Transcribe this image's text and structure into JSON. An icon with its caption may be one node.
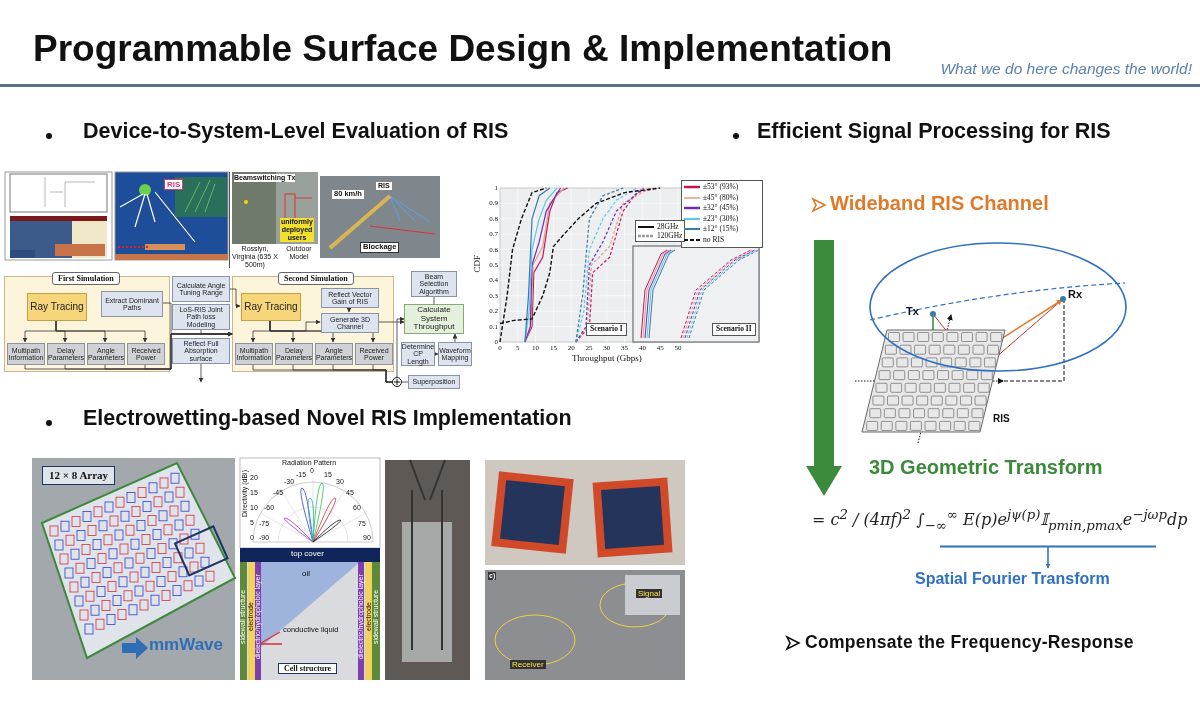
{
  "diagram": {
    "title": "Programmable Surface Design & Implementation",
    "nodes": [
      {
        "text": [
          "First Simulation"
        ]
      },
      {
        "text": [
          "Ray Tracing"
        ],
        "in": 0
      },
      {
        "text": [
          "Extract Dominant Paths"
        ],
        "in": 0
      },
      {
        "text": [
          "Multipath Information"
        ],
        "in": 0
      },
      {
        "text": [
          "Delay Parameters"
        ],
        "in": 0
      },
      {
        "text": [
          "Angle Parameters"
        ],
        "in": 0
      },
      {
        "text": [
          "Received Power"
        ],
        "in": 0
      },
      {
        "text": [
          "Calculate Angle Tuning Range"
        ]
      },
      {
        "text": [
          "LoS-RIS Joint Path loss Modeling"
        ]
      },
      {
        "text": [
          "Reflect Full Absorption surface"
        ]
      },
      {
        "text": [
          "Second Simulation"
        ]
      },
      {
        "text": [
          "Reflect Vector Gain of RIS"
        ],
        "in": 10
      },
      {
        "text": [
          "Ray Tracing"
        ],
        "in": 10
      },
      {
        "text": [
          "Generate 3D Channel"
        ],
        "in": 10
      },
      {
        "text": [
          "Multipath Information"
        ],
        "in": 10
      },
      {
        "text": [
          "Delay Parameters"
        ],
        "in": 10
      },
      {
        "text": [
          "Angle Parameters"
        ],
        "in": 10
      },
      {
        "text": [
          "Received Power"
        ],
        "in": 10
      },
      {
        "text": [
          "Beam Selection Algorithm"
        ]
      },
      {
        "text": [
          "Calculate System Throughput"
        ]
      },
      {
        "text": [
          "Determine CP Length"
        ]
      },
      {
        "text": [
          "Waveform Mapping"
        ]
      },
      {
        "text": [],
        "shape": "circle"
      },
      {
        "text": [
          "Superposition"
        ]
      },
      {
        "text": [
          "= c$^{2}$ / (4πf)$^{2}$ ∫$_{−∞}$$^{∞}$ E(p)e$^{jψ(p)}$𝕀$_{pmin,pmax}$e$^{−jωp}$dp"
        ]
      },
      {
        "text": [
          "Spatial Fourier Transform"
        ]
      }
    ],
    "edges": [
      {
        "from": 1,
        "to": 3,
        "arrow": "to"
      },
      {
        "from": 1,
        "to": 4,
        "arrow": "to"
      },
      {
        "from": 1,
        "to": 5,
        "arrow": "to"
      },
      {
        "from": 1,
        "to": 6,
        "arrow": "to"
      },
      {
        "from": 2,
        "to": 10,
        "arrow": "to"
      },
      {
        "from": 8,
        "to": 10,
        "arrow": "to"
      },
      {
        "from": 7,
        "to": 12,
        "arrow": "to"
      },
      {
        "from": 9,
        "to": null,
        "arrow": "to"
      },
      {
        "from": 3,
        "to": 10,
        "arrow": "to"
      },
      {
        "from": 4,
        "to": 10,
        "arrow": "to"
      },
      {
        "from": 5,
        "to": 10,
        "arrow": "to"
      },
      {
        "from": 6,
        "to": 10,
        "arrow": "to"
      },
      {
        "from": 12,
        "to": 14,
        "arrow": "to"
      },
      {
        "from": 12,
        "to": 15,
        "arrow": "to"
      },
      {
        "from": 12,
        "to": 16,
        "arrow": "to"
      },
      {
        "from": 12,
        "to": 17,
        "arrow": "to"
      },
      {
        "from": 11,
        "to": 13,
        "arrow": "to"
      },
      {
        "from": 12,
        "to": 13,
        "arrow": "to"
      },
      {
        "from": 13,
        "to": 19,
        "arrow": "to"
      },
      {
        "from": 18,
        "to": 19,
        "arrow": "none"
      },
      {
        "from": 21,
        "to": 19,
        "arrow": "to"
      },
      {
        "from": 20,
        "to": 21,
        "arrow": "to"
      },
      {
        "from": 14,
        "to": 22,
        "arrow": "none"
      },
      {
        "from": 15,
        "to": 22,
        "arrow": "none"
      },
      {
        "from": 16,
        "to": 22,
        "arrow": "none"
      },
      {
        "from": 17,
        "to": 22,
        "arrow": "none"
      },
      {
        "from": 23,
        "to": 22,
        "arrow": "none"
      },
      {
        "from": 22,
        "to": 19,
        "arrow": "to"
      },
      {
        "from": 24,
        "to": 25,
        "arrow": "to",
        "color": "#3a6fc4"
      }
    ],
    "labels": [
      "What we do here changes the world!",
      "Device-to-System-Level Evaluation of RIS",
      "Efficient Signal Processing for RIS",
      "RIS",
      "Beamswitching Tx",
      "uniformly deployed users",
      "Rosslyn, Virginia (635 X 500m)",
      "Outdoor Model",
      "80 km/h",
      "RIS",
      "Blockage",
      "1",
      "0.9",
      "0.8",
      "0.7",
      "0.6",
      "0.5",
      "0.4",
      "0.3",
      "0.2",
      "0.1",
      "0",
      "CDF",
      "0",
      "5",
      "10",
      "15",
      "20",
      "25",
      "30",
      "35",
      "40",
      "45",
      "50",
      "Throughput (Gbps)",
      "Scenario I",
      "Scenario II",
      "Wideband RIS Channel",
      "Rx",
      "Tx",
      "RIS",
      "Electrowetting-based Novel RIS Implementation",
      "12 × 8 Array",
      "Radiation Pattern",
      "Directivity (dBi)",
      "20",
      "15",
      "10",
      "5",
      "0",
      "-15",
      "0",
      "15",
      "-30",
      "30",
      "-45",
      "45",
      "-60",
      "60",
      "-75",
      "75",
      "-90",
      "90",
      "top cover",
      "oil",
      "conductive liquid",
      "sidewall structure",
      "electrode",
      "dielectric/hydrophobic layer",
      "dielectric/hydrophobic layer",
      "electrode",
      "sidewall structure",
      "Cell structure",
      "mmWave",
      "c)",
      "Signal",
      "Receiver",
      "3D Geometric Transform",
      "Compensate the Frequency-Response"
    ],
    "legend": [
      {
        "text": "±53° (93%)"
      },
      {
        "text": "±45° (80%)"
      },
      {
        "text": "±32° (45%)"
      },
      {
        "text": "±23° (30%)"
      },
      {
        "text": "±12° (15%)"
      },
      {
        "text": "no RIS"
      },
      {
        "text": "28GHz"
      },
      {
        "text": "120GHz"
      }
    ]
  }
}
